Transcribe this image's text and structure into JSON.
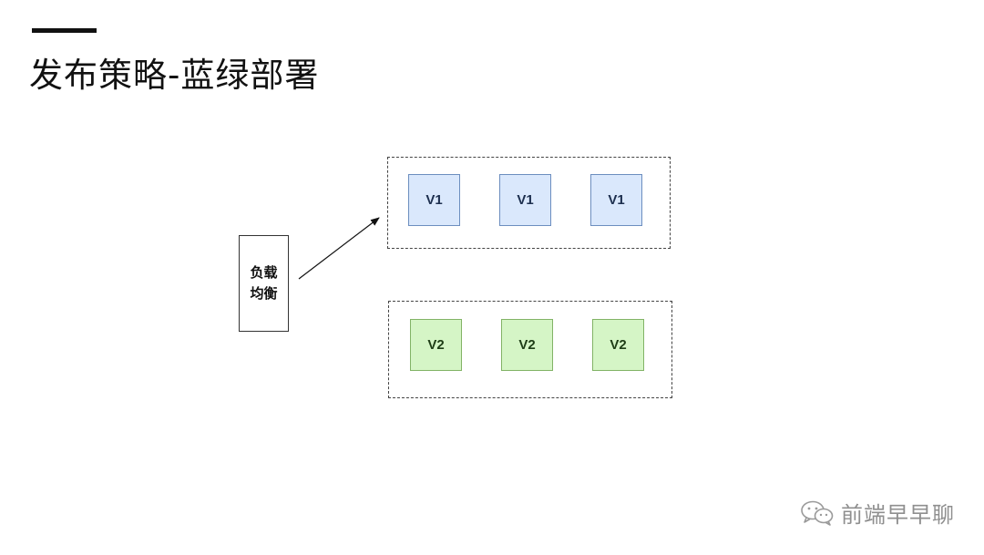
{
  "title": "发布策略-蓝绿部署",
  "load_balancer": {
    "label": "负载均衡"
  },
  "groups": [
    {
      "name": "blue",
      "fill": "#dae8fc",
      "stroke": "#6c8ebf",
      "nodes": [
        "V1",
        "V1",
        "V1"
      ]
    },
    {
      "name": "green",
      "fill": "#d5f5c6",
      "stroke": "#82b366",
      "nodes": [
        "V2",
        "V2",
        "V2"
      ]
    }
  ],
  "watermark": {
    "icon": "wechat-icon",
    "text": "前端早早聊"
  }
}
